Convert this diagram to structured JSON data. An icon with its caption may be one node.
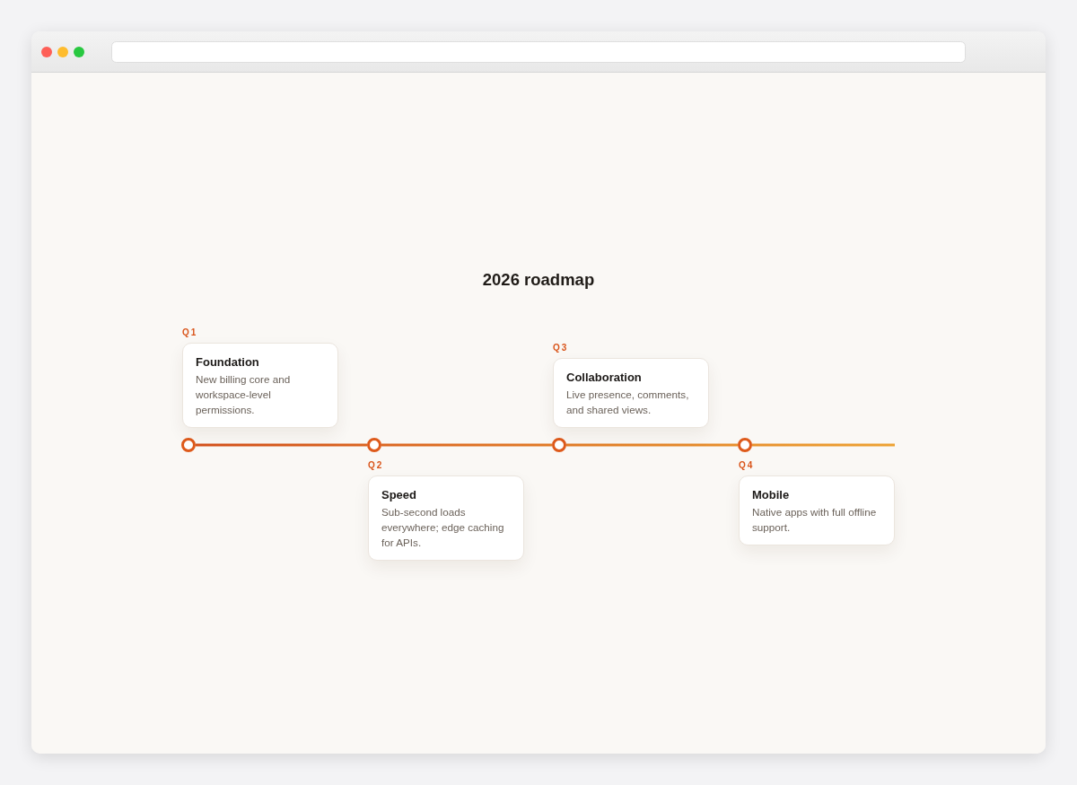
{
  "diagram": {
    "title": "2026 roadmap",
    "nodes": [
      {
        "text": [
          "Foundation",
          "New billing core and workspace-level permissions."
        ],
        "beside": [
          "Q1"
        ]
      },
      {
        "text": [
          "Speed",
          "Sub-second loads everywhere; edge caching for APIs."
        ],
        "beside": [
          "Q2"
        ]
      },
      {
        "text": [
          "Collaboration",
          "Live presence, comments, and shared views."
        ],
        "beside": [
          "Q3"
        ]
      },
      {
        "text": [
          "Mobile",
          "Native apps with full offline support."
        ],
        "beside": [
          "Q4"
        ]
      },
      {
        "text": [],
        "shape": "circle"
      },
      {
        "text": [],
        "shape": "circle"
      },
      {
        "text": [],
        "shape": "circle"
      },
      {
        "text": [],
        "shape": "circle"
      }
    ],
    "edges": [
      {
        "from": 4,
        "to": 5,
        "arrow": "none"
      },
      {
        "from": 5,
        "to": 6,
        "arrow": "none"
      },
      {
        "from": 6,
        "to": 7,
        "arrow": "none"
      },
      {
        "from": 7,
        "to": null,
        "arrow": "none"
      }
    ]
  }
}
